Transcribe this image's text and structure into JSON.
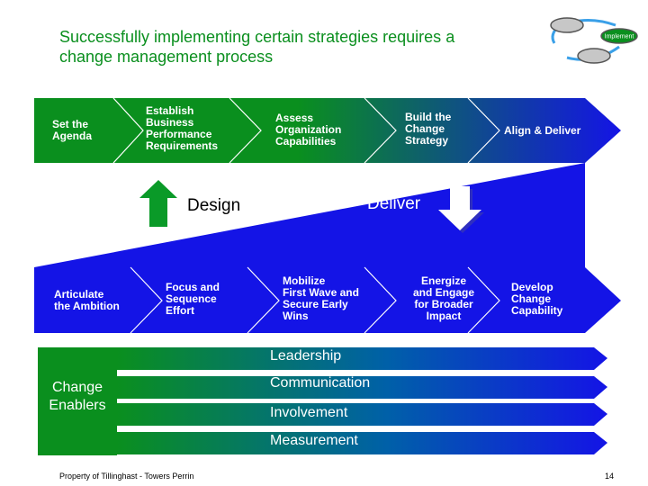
{
  "title": {
    "line1": "Successfully implementing certain strategies requires a",
    "line2": "change management process"
  },
  "logo": {
    "label": "Implement"
  },
  "design_row": {
    "steps": [
      [
        "Set the",
        "Agenda"
      ],
      [
        "Establish",
        "Business",
        "Performance",
        "Requirements"
      ],
      [
        "Assess",
        "Organization",
        "Capabilities"
      ],
      [
        "Build the",
        "Change",
        "Strategy"
      ],
      [
        "Align & Deliver"
      ]
    ]
  },
  "middle": {
    "design_label": "Design",
    "deliver_label": "Deliver"
  },
  "deliver_row": {
    "steps": [
      [
        "Articulate",
        "the Ambition"
      ],
      [
        "Focus and",
        "Sequence",
        "Effort"
      ],
      [
        "Mobilize",
        "First Wave and",
        "Secure Early",
        "Wins"
      ],
      [
        "Energize",
        "and Engage",
        "for Broader",
        "Impact"
      ],
      [
        "Develop",
        "Change",
        "Capability"
      ]
    ]
  },
  "enablers": {
    "label": [
      "Change",
      "Enablers"
    ],
    "items": [
      "Leadership",
      "Communication",
      "Involvement",
      "Measurement"
    ]
  },
  "footer": {
    "left": "Property of Tillinghast - Towers Perrin",
    "page": "14"
  },
  "colors": {
    "green": "#0a8f1e",
    "blue": "#1414e6",
    "arrow_green": "#0a9a28"
  }
}
